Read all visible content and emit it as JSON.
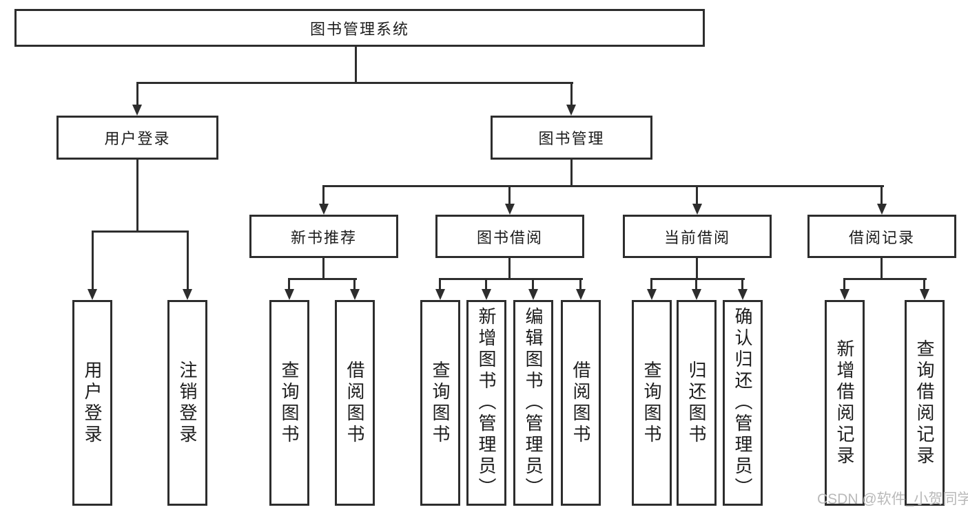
{
  "tree": {
    "root": "图书管理系统",
    "branches": [
      {
        "label": "用户登录",
        "leaves": [
          "用户登录",
          "注销登录"
        ]
      },
      {
        "label": "图书管理",
        "groups": [
          {
            "label": "新书推荐",
            "leaves": [
              "查询图书",
              "借阅图书"
            ]
          },
          {
            "label": "图书借阅",
            "leaves": [
              "查询图书",
              "新增图书（管理员）",
              "编辑图书（管理员）",
              "借阅图书"
            ]
          },
          {
            "label": "当前借阅",
            "leaves": [
              "查询图书",
              "归还图书",
              "确认归还（管理员）"
            ]
          },
          {
            "label": "借阅记录",
            "leaves": [
              "新增借阅记录",
              "查询借阅记录"
            ]
          }
        ]
      }
    ]
  },
  "watermark": "CSDN @软件_小贺同学",
  "colors": {
    "line": "#2d2d2d",
    "text": "#1c1c1c",
    "watermark": "#b9b9b9"
  }
}
